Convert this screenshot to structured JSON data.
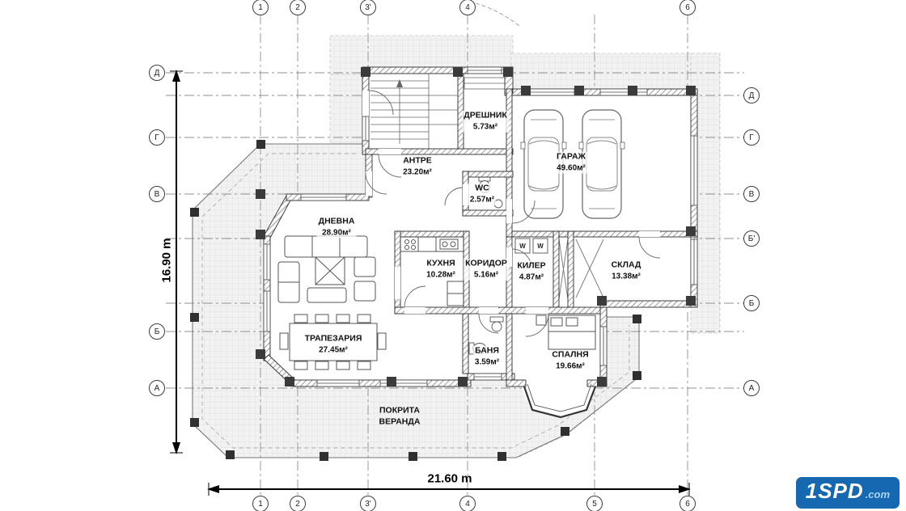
{
  "rooms": [
    {
      "name": "ДРЕШНИК",
      "area": "5.73м²"
    },
    {
      "name": "АНТРЕ",
      "area": "23.20м²"
    },
    {
      "name": "ГАРАЖ",
      "area": "49.60м²"
    },
    {
      "name": "WC",
      "area": "2.57м²"
    },
    {
      "name": "ДНЕВНА",
      "area": "28.90м²"
    },
    {
      "name": "КУХНЯ",
      "area": "10.28м²"
    },
    {
      "name": "КОРИДОР",
      "area": "5.16м²"
    },
    {
      "name": "КИЛЕР",
      "area": "4.87м²"
    },
    {
      "name": "СКЛАД",
      "area": "13.38м²"
    },
    {
      "name": "ТРАПЕЗАРИЯ",
      "area": "27.45м²"
    },
    {
      "name": "БАНЯ",
      "area": "3.59м²"
    },
    {
      "name": "СПАЛНЯ",
      "area": "19.66м²"
    },
    {
      "name": "ПОКРИТА ВЕРАНДА",
      "area": ""
    }
  ],
  "dimensions": {
    "height_label": "16.90 m",
    "width_label": "21.60 m"
  },
  "axes": {
    "top": [
      "1",
      "2",
      "3'",
      "4",
      "6"
    ],
    "bottom": [
      "1",
      "2",
      "3'",
      "4",
      "5",
      "6"
    ],
    "left": [
      "Д",
      "Г",
      "В",
      "Б",
      "А"
    ],
    "right": [
      "Д",
      "Г",
      "В",
      "Б'",
      "Б",
      "А"
    ]
  },
  "appliances": {
    "w1": "W",
    "w2": "W"
  },
  "logo": {
    "main": "1SPD",
    "suffix": ".com"
  }
}
